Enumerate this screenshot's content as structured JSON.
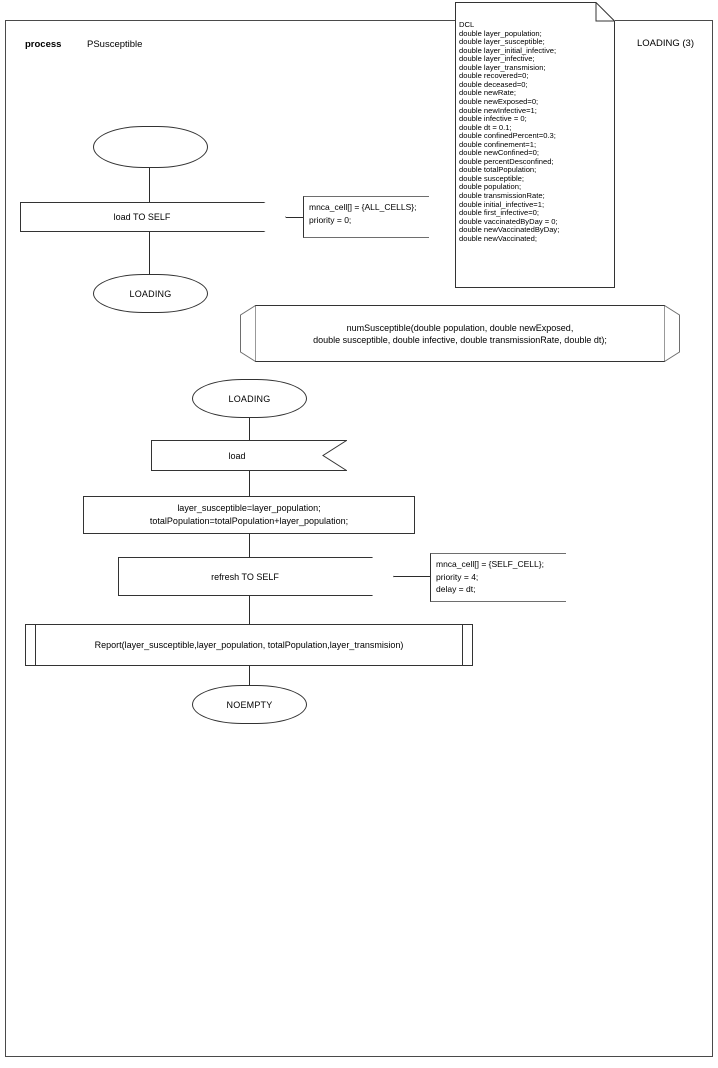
{
  "header": {
    "keyword": "process",
    "name": "PSusceptible",
    "state_count_label": "LOADING (3)"
  },
  "declaration": {
    "title": "DCL",
    "lines": "DCL\ndouble layer_population;\ndouble layer_susceptible;\ndouble layer_initial_infective;\ndouble layer_infective;\ndouble layer_transmision;\ndouble recovered=0;\ndouble deceased=0;\ndouble newRate;\ndouble newExposed=0;\ndouble newInfective=1;\ndouble infective = 0;\ndouble dt = 0.1;\ndouble confinedPercent=0.3;\ndouble confinement=1;\ndouble newConfined=0;\ndouble percentDesconfined;\ndouble totalPopulation;\ndouble susceptible;\ndouble population;\ndouble transmissionRate;\ndouble initial_infective=1;\ndouble first_infective=0;\ndouble vaccinatedByDay = 0;\ndouble newVaccinatedByDay;\ndouble newVaccinated;"
  },
  "nodes": {
    "start_state": "",
    "output_load_to_self": "load TO SELF",
    "state_loading_1": "LOADING",
    "procedure_num_susceptible": "numSusceptible(double population, double newExposed,\ndouble susceptible, double infective, double transmissionRate, double dt);",
    "state_loading_2": "LOADING",
    "input_load": "load",
    "task_assign": "layer_susceptible=layer_population;\ntotalPopulation=totalPopulation+layer_population;",
    "output_refresh_to_self": "refresh TO SELF",
    "predefined_report": "Report(layer_susceptible,layer_population, totalPopulation,layer_transmision)",
    "state_noempty": "NOEMPTY"
  },
  "comments": {
    "load_comment": "mnca_cell[] = {ALL_CELLS};\npriority = 0;",
    "refresh_comment": "mnca_cell[] = {SELF_CELL};\npriority = 4;\ndelay = dt;"
  },
  "colors": {
    "stroke": "#333333",
    "stroke_light": "#6e6e6e",
    "background": "#ffffff",
    "text": "#000000"
  }
}
